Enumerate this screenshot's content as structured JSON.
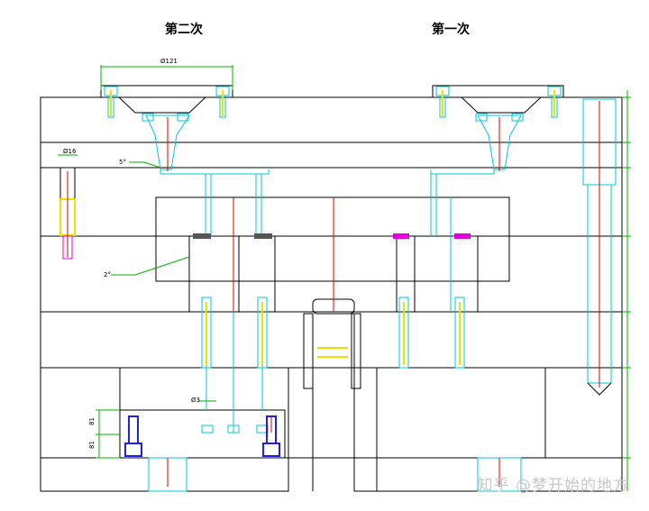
{
  "titles": {
    "left": "第二次",
    "right": "第一次"
  },
  "dimensions": {
    "top_width": "Ø121",
    "left_pin": "Ø16",
    "callout_1": "5°",
    "callout_2": "2°",
    "callout_3": "Ø3",
    "side_a": "81",
    "side_b": "81"
  },
  "watermark": "知乎 @梦开始的地方",
  "colors": {
    "outline": "#000000",
    "cyan": "#00c8d8",
    "green": "#00b000",
    "red": "#e00000",
    "magenta": "#e000e0",
    "yellow": "#f0e000",
    "blue": "#2020e0"
  }
}
